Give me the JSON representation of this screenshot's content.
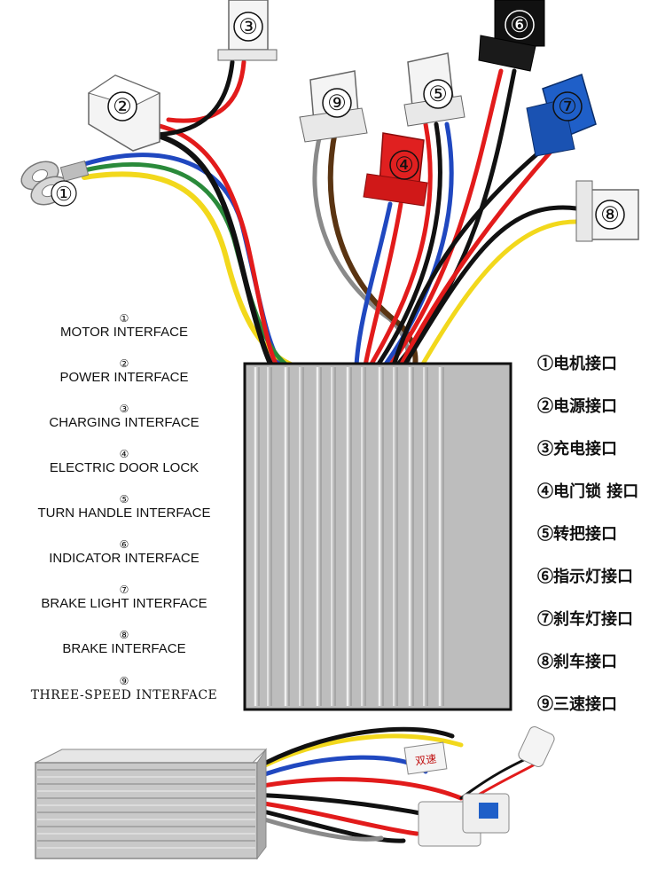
{
  "connectors": [
    {
      "num": "①",
      "color": "#c8c8c8"
    },
    {
      "num": "②",
      "color": "#f4f4f4"
    },
    {
      "num": "③",
      "color": "#f4f4f4"
    },
    {
      "num": "④",
      "color": "#e02020"
    },
    {
      "num": "⑤",
      "color": "#f4f4f4"
    },
    {
      "num": "⑥",
      "color": "#111111"
    },
    {
      "num": "⑦",
      "color": "#1f5fc8"
    },
    {
      "num": "⑧",
      "color": "#f4f4f4"
    },
    {
      "num": "⑨",
      "color": "#f4f4f4"
    }
  ],
  "labels_en": [
    {
      "num": "①",
      "label": "MOTOR INTERFACE"
    },
    {
      "num": "②",
      "label": "POWER INTERFACE"
    },
    {
      "num": "③",
      "label": "CHARGING INTERFACE"
    },
    {
      "num": "④",
      "label": "ELECTRIC DOOR LOCK"
    },
    {
      "num": "⑤",
      "label": "TURN HANDLE INTERFACE"
    },
    {
      "num": "⑥",
      "label": "INDICATOR INTERFACE"
    },
    {
      "num": "⑦",
      "label": "BRAKE LIGHT INTERFACE"
    },
    {
      "num": "⑧",
      "label": "BRAKE INTERFACE"
    },
    {
      "num": "⑨",
      "label": "THREE-SPEED INTERFACE"
    }
  ],
  "labels_cn": [
    "①电机接口",
    "②电源接口",
    "③充电接口",
    "④电门锁 接口",
    "⑤转把接口",
    "⑥指示灯接口",
    "⑦刹车灯接口",
    "⑧刹车接口",
    "⑨三速接口"
  ],
  "controller_tag": "双速",
  "wire_colors": {
    "red": "#e21b1b",
    "black": "#111111",
    "blue": "#2048c0",
    "yellow": "#f2d81c",
    "grey": "#8a8a8a",
    "brown": "#5a3412"
  }
}
